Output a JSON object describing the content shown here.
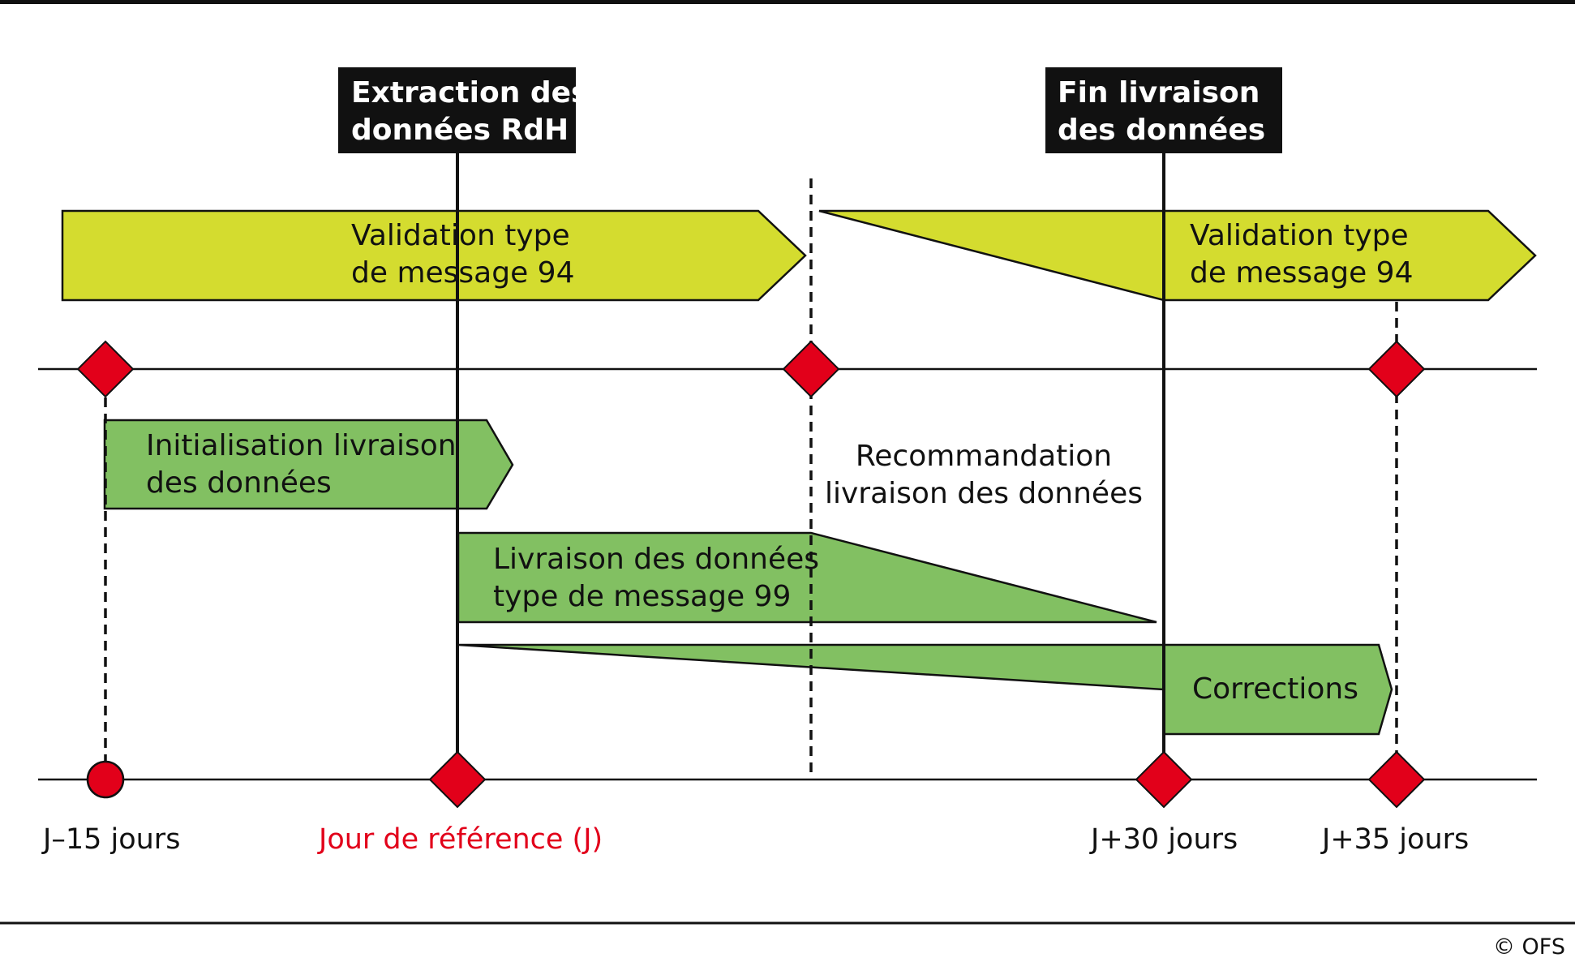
{
  "headers": {
    "extraction": [
      "Extraction des",
      "données RdH"
    ],
    "fin_livraison": [
      "Fin livraison",
      "des données"
    ]
  },
  "bars": {
    "validation_left": [
      "Validation type",
      "de message 94"
    ],
    "validation_right": [
      "Validation type",
      "de message 94"
    ],
    "initialisation": [
      "Initialisation livraison",
      "des données"
    ],
    "livraison": [
      "Livraison des données",
      "type de message 99"
    ],
    "corrections": [
      "Corrections"
    ]
  },
  "recommandation": [
    "Recommandation",
    "livraison des données"
  ],
  "timeline_labels": {
    "j_minus_15": "J–15 jours",
    "reference": "Jour de référence (J)",
    "j_plus_30": "J+30 jours",
    "j_plus_35": "J+35 jours"
  },
  "copyright": "© OFS",
  "colors": {
    "validation_fill": "#d4dc2f",
    "green_fill": "#82c062",
    "marker_red": "#e2001a",
    "header_bg": "#111111",
    "reference_text": "#e2001a"
  }
}
